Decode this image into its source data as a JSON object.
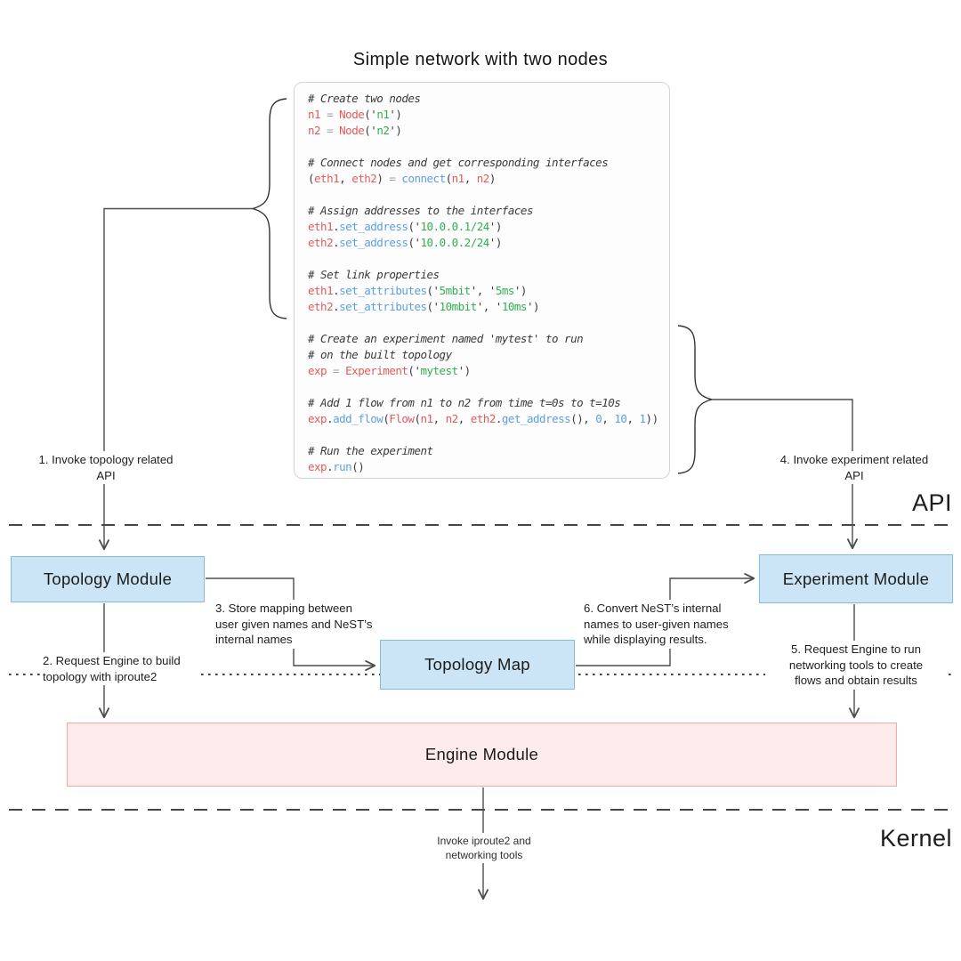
{
  "title": "Simple network with two nodes",
  "section_labels": {
    "api": "API",
    "kernel": "Kernel"
  },
  "modules": {
    "topology": "Topology Module",
    "experiment": "Experiment Module",
    "topology_map": "Topology Map",
    "engine": "Engine Module"
  },
  "steps": {
    "s1": "1. Invoke topology related\nAPI",
    "s2": "2. Request Engine to build\ntopology with iproute2",
    "s3": "3. Store mapping between\nuser given names and NeST’s\ninternal names",
    "s4": "4. Invoke experiment related\nAPI",
    "s5": "5. Request Engine to run\nnetworking tools to create\nflows and obtain results",
    "s6": "6. Convert NeST’s internal\nnames to user-given names\nwhile displaying results.",
    "kernel_invoke": "Invoke iproute2 and\nnetworking tools"
  },
  "colors": {
    "module_blue_fill": "#cbe5f6",
    "module_blue_border": "#82bde0",
    "engine_pink_fill": "#fcebea",
    "engine_pink_border": "#f1a9a3",
    "wire": "#4d4d4d",
    "code_red": "#e4595c",
    "code_blue": "#5b9fe0",
    "code_green": "#2fae52",
    "code_comment": "#3a3a3a"
  },
  "code": {
    "lines": [
      [
        [
          "c",
          "# Create two nodes"
        ]
      ],
      [
        [
          "v",
          "n1"
        ],
        [
          "o",
          " = "
        ],
        [
          "v",
          "Node"
        ],
        [
          "p",
          "('"
        ],
        [
          "s",
          "n1"
        ],
        [
          "p",
          "')"
        ]
      ],
      [
        [
          "v",
          "n2"
        ],
        [
          "o",
          " = "
        ],
        [
          "v",
          "Node"
        ],
        [
          "p",
          "('"
        ],
        [
          "s",
          "n2"
        ],
        [
          "p",
          "')"
        ]
      ],
      [],
      [
        [
          "c",
          "# Connect nodes and get corresponding interfaces"
        ]
      ],
      [
        [
          "p",
          "("
        ],
        [
          "v",
          "eth1"
        ],
        [
          "p",
          ", "
        ],
        [
          "v",
          "eth2"
        ],
        [
          "p",
          ")"
        ],
        [
          "o",
          " = "
        ],
        [
          "f",
          "connect"
        ],
        [
          "p",
          "("
        ],
        [
          "v",
          "n1"
        ],
        [
          "p",
          ", "
        ],
        [
          "v",
          "n2"
        ],
        [
          "p",
          ")"
        ]
      ],
      [],
      [
        [
          "c",
          "# Assign addresses to the interfaces"
        ]
      ],
      [
        [
          "v",
          "eth1"
        ],
        [
          "p",
          "."
        ],
        [
          "f",
          "set_address"
        ],
        [
          "p",
          "('"
        ],
        [
          "s",
          "10.0.0.1/24"
        ],
        [
          "p",
          "')"
        ]
      ],
      [
        [
          "v",
          "eth2"
        ],
        [
          "p",
          "."
        ],
        [
          "f",
          "set_address"
        ],
        [
          "p",
          "('"
        ],
        [
          "s",
          "10.0.0.2/24"
        ],
        [
          "p",
          "')"
        ]
      ],
      [],
      [
        [
          "c",
          "# Set link properties"
        ]
      ],
      [
        [
          "v",
          "eth1"
        ],
        [
          "p",
          "."
        ],
        [
          "f",
          "set_attributes"
        ],
        [
          "p",
          "('"
        ],
        [
          "s",
          "5mbit"
        ],
        [
          "p",
          "', '"
        ],
        [
          "s",
          "5ms"
        ],
        [
          "p",
          "')"
        ]
      ],
      [
        [
          "v",
          "eth2"
        ],
        [
          "p",
          "."
        ],
        [
          "f",
          "set_attributes"
        ],
        [
          "p",
          "('"
        ],
        [
          "s",
          "10mbit"
        ],
        [
          "p",
          "', '"
        ],
        [
          "s",
          "10ms"
        ],
        [
          "p",
          "')"
        ]
      ],
      [],
      [
        [
          "c",
          "# Create an experiment named 'mytest' to run"
        ]
      ],
      [
        [
          "c",
          "# on the built topology"
        ]
      ],
      [
        [
          "v",
          "exp"
        ],
        [
          "o",
          " = "
        ],
        [
          "v",
          "Experiment"
        ],
        [
          "p",
          "('"
        ],
        [
          "s",
          "mytest"
        ],
        [
          "p",
          "')"
        ]
      ],
      [],
      [
        [
          "c",
          "# Add 1 flow from n1 to n2 from time t=0s to t=10s"
        ]
      ],
      [
        [
          "v",
          "exp"
        ],
        [
          "p",
          "."
        ],
        [
          "f",
          "add_flow"
        ],
        [
          "p",
          "("
        ],
        [
          "v",
          "Flow"
        ],
        [
          "p",
          "("
        ],
        [
          "v",
          "n1"
        ],
        [
          "p",
          ", "
        ],
        [
          "v",
          "n2"
        ],
        [
          "p",
          ", "
        ],
        [
          "v",
          "eth2"
        ],
        [
          "p",
          "."
        ],
        [
          "f",
          "get_address"
        ],
        [
          "p",
          "(), "
        ],
        [
          "n",
          "0"
        ],
        [
          "p",
          ", "
        ],
        [
          "n",
          "10"
        ],
        [
          "p",
          ", "
        ],
        [
          "n",
          "1"
        ],
        [
          "p",
          "))"
        ]
      ],
      [],
      [
        [
          "c",
          "# Run the experiment"
        ]
      ],
      [
        [
          "v",
          "exp"
        ],
        [
          "p",
          "."
        ],
        [
          "f",
          "run"
        ],
        [
          "p",
          "()"
        ]
      ]
    ]
  }
}
